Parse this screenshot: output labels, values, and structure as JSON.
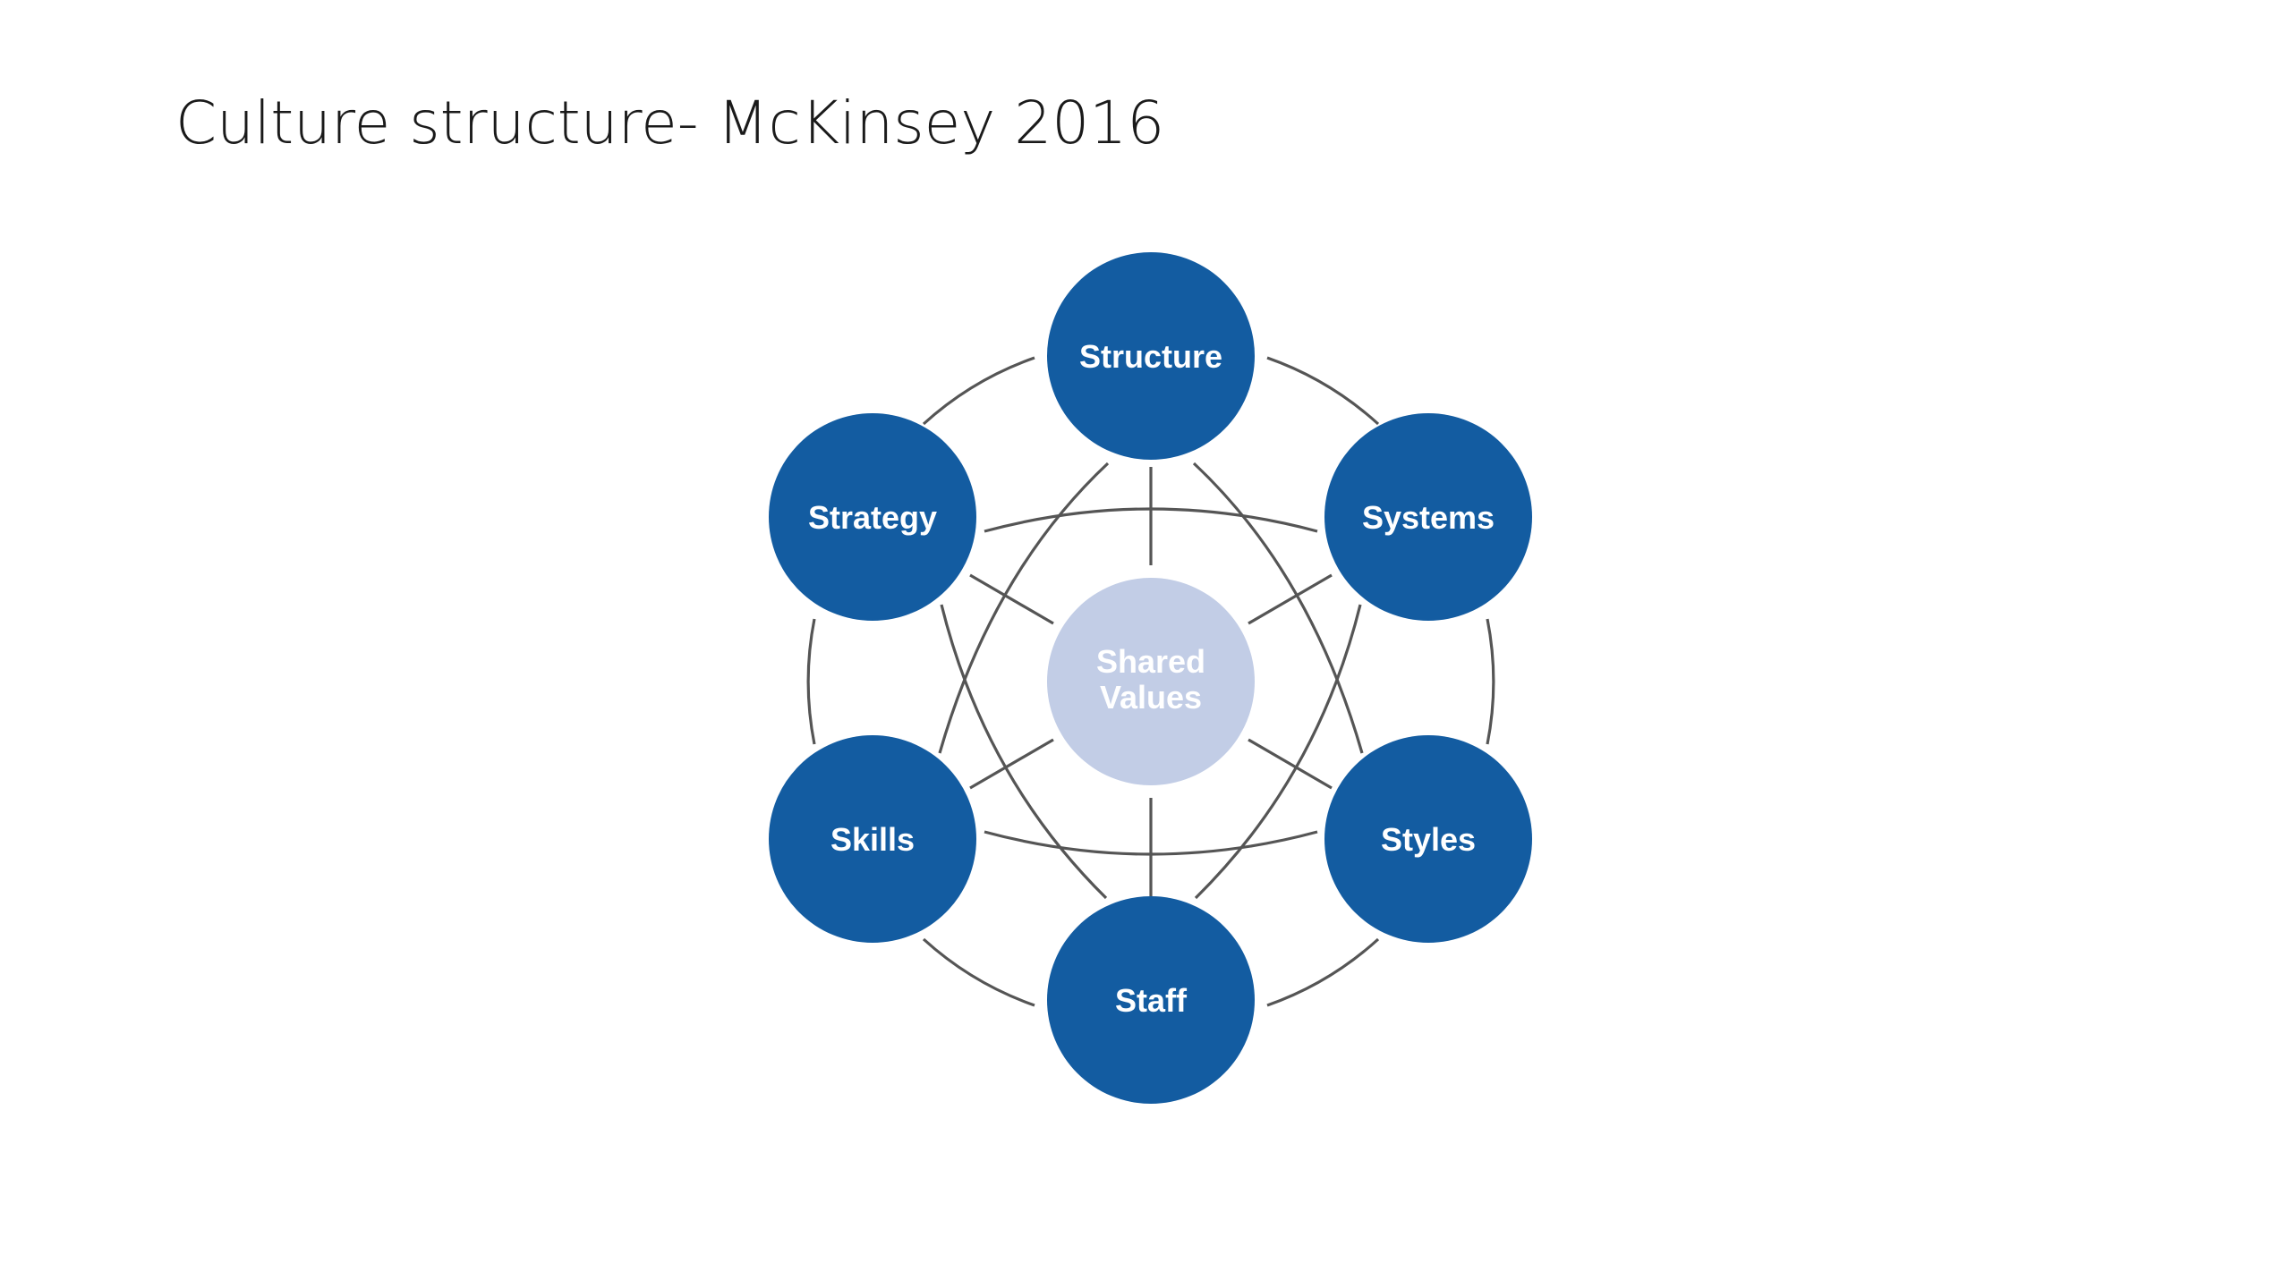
{
  "slide": {
    "title": "Culture structure- McKinsey 2016"
  },
  "diagram": {
    "colors": {
      "node_fill": "#135ca1",
      "center_fill": "#c2cde6",
      "label": "#ffffff",
      "connector": "#555555"
    },
    "center": {
      "line1": "Shared",
      "line2": "Values"
    },
    "nodes": {
      "structure": "Structure",
      "systems": "Systems",
      "styles": "Styles",
      "staff": "Staff",
      "skills": "Skills",
      "strategy": "Strategy"
    }
  }
}
